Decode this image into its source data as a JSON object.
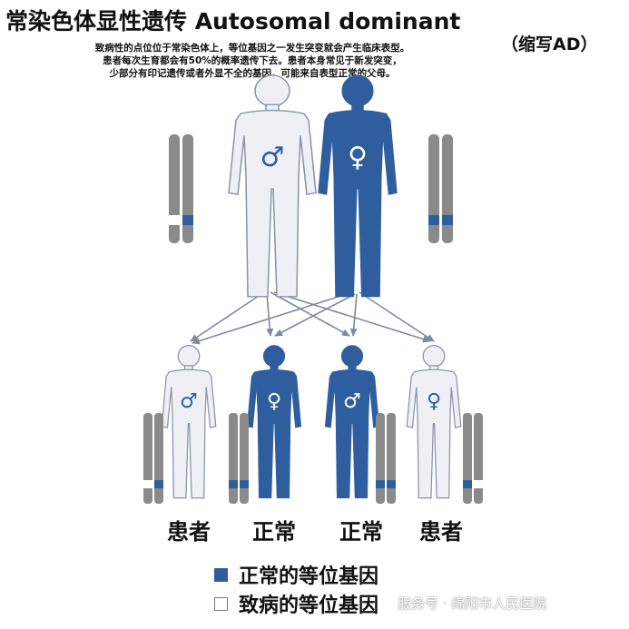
{
  "title": "常染色体显性遗传 Autosomal dominant",
  "abbreviation": "（缩写AD）",
  "description": [
    "致病性的点位位于常染色体上，等位基因之一发生突变就会产生临床表型。",
    "患者每次生育都会有50%的概率遗传下去。患者本身常见于新发突变，",
    "少部分有印记遗传或者外显不全的基因，可能来自表型正常的父母。"
  ],
  "parents": [
    {
      "sex_symbol": "♂",
      "status": "affected"
    },
    {
      "sex_symbol": "♀",
      "status": "normal"
    }
  ],
  "children": [
    {
      "sex_symbol": "♂",
      "label": "患者",
      "status": "affected"
    },
    {
      "sex_symbol": "♀",
      "label": "正常",
      "status": "normal"
    },
    {
      "sex_symbol": "♂",
      "label": "正常",
      "status": "normal"
    },
    {
      "sex_symbol": "♀",
      "label": "患者",
      "status": "affected"
    }
  ],
  "legend": [
    {
      "label": "正常的等位基因",
      "color": "#2f5e9e"
    },
    {
      "label": "致病的等位基因",
      "color": "#ffffff"
    }
  ],
  "watermark": "服务号 · 绵阳市人民医院",
  "colors": {
    "normal_fill": "#2f5e9e",
    "affected_fill": "#eef0f6",
    "outline": "#8893a8",
    "chromosome": "#8a8a8a",
    "arrow": "#7d8aa0"
  }
}
